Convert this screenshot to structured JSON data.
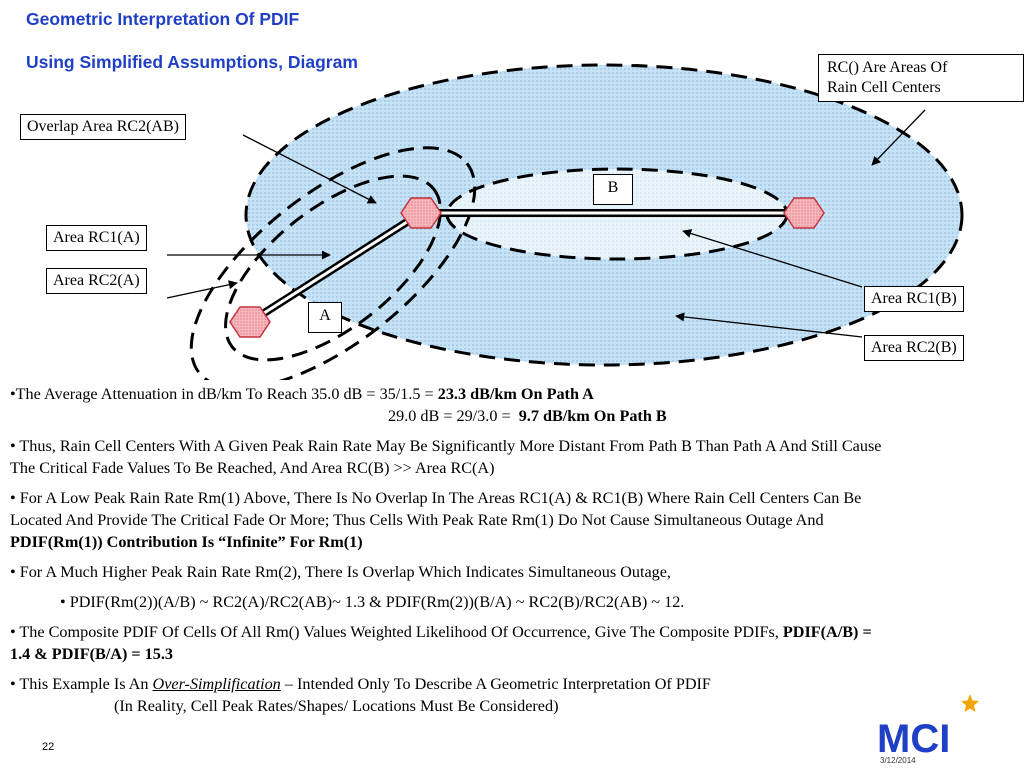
{
  "title": {
    "line1": "Geometric Interpretation Of PDIF",
    "line2": "Using Simplified Assumptions, Diagram"
  },
  "labels": {
    "rc_areas_line1": "RC() Are Areas Of",
    "rc_areas_line2": "Rain Cell Centers",
    "overlap": "Overlap Area RC2(AB)",
    "rc1a": "Area RC1(A)",
    "rc2a": "Area RC2(A)",
    "rc1b": "Area RC1(B)",
    "rc2b": "Area RC2(B)",
    "path_a": "A",
    "path_b": "B"
  },
  "bullets": {
    "b1_pre": "•The Average Attenuation in dB/km To Reach 35.0 dB = 35/1.5 = ",
    "b1_bold": "23.3 dB/km On Path A",
    "b1_line2_pre": "29.0 dB = 29/3.0 = ",
    "b1_line2_bold": "9.7 dB/km On Path B",
    "b2": "• Thus, Rain Cell Centers With A Given Peak Rain Rate May Be Significantly More Distant From Path B Than Path A And Still Cause The Critical Fade Values To Be Reached, And Area RC(B) >> Area RC(A)",
    "b3_pre": "• For A Low Peak Rain Rate Rm(1) Above, There Is No Overlap In The Areas RC1(A) & RC1(B) Where Rain Cell Centers Can Be Located And Provide The Critical Fade Or More; Thus Cells With Peak Rate Rm(1) Do Not Cause Simultaneous Outage And ",
    "b3_bold": "PDIF(Rm(1)) Contribution Is “Infinite” For Rm(1)",
    "b4": "• For A Much Higher Peak Rain Rate Rm(2), There Is Overlap Which Indicates Simultaneous Outage,",
    "b4_sub": "• PDIF(Rm(2))(A/B) ~ RC2(A)/RC2(AB)~ 1.3  &  PDIF(Rm(2))(B/A) ~ RC2(B)/RC2(AB) ~ 12.",
    "b5_pre": "• The Composite PDIF Of Cells Of All Rm() Values Weighted Likelihood Of Occurrence, Give The Composite PDIFs,  ",
    "b5_bold": "PDIF(A/B) = 1.4   &   PDIF(B/A) =  15.3",
    "b6_pre": "• This Example Is An ",
    "b6_em": "Over-Simplification",
    "b6_post": " – Intended Only To Describe A Geometric Interpretation Of PDIF",
    "b6_line2": "(In Reality, Cell Peak Rates/Shapes/ Locations Must Be Considered)"
  },
  "footer": {
    "slide_number": "22",
    "date": "3/12/2014",
    "logo_text": "MCI"
  },
  "colors": {
    "title": "#1f3fc4",
    "ellipse_fill": "#c6e2f7",
    "inner_fill": "#e8f4fb",
    "hexagon_fill": "#f4a6ad",
    "hexagon_stroke": "#c4343f",
    "logo_blue": "#1f3fc4",
    "logo_accent": "#f0a500"
  }
}
